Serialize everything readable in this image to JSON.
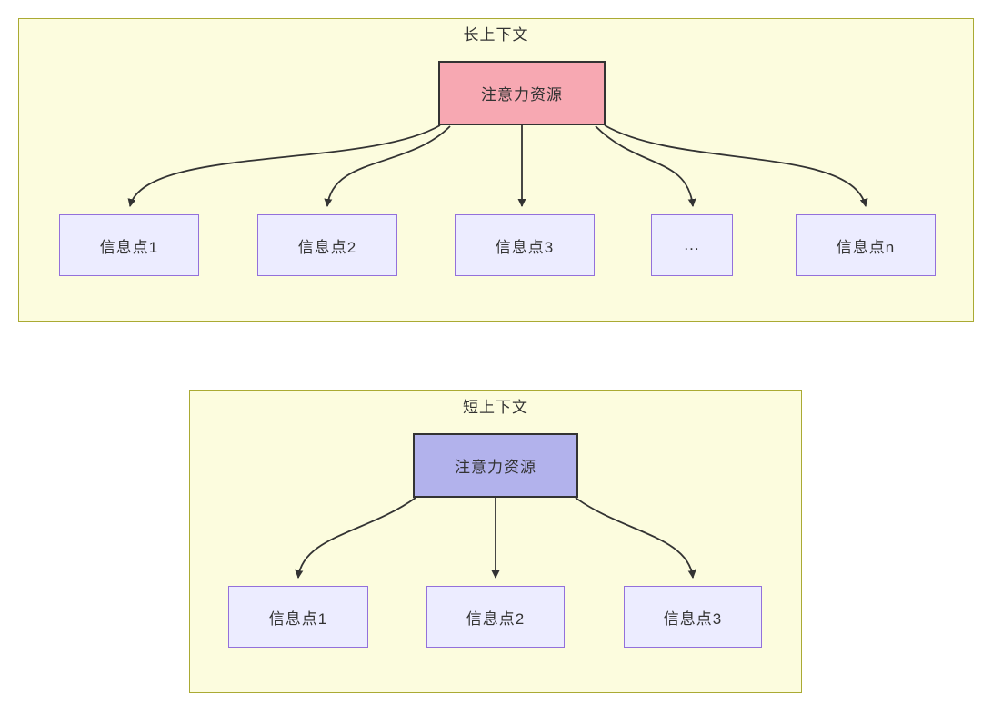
{
  "colors": {
    "panel-fill": "#FCFCDE",
    "panel-border": "#AAAA33",
    "node-fill": "#ECECFF",
    "node-border": "#9370DB",
    "attention-long-fill": "#F7A8B2",
    "attention-short-fill": "#B2B2EC",
    "source-border": "#333333",
    "arrow-color": "#333333",
    "text-color": "#333333"
  },
  "panels": [
    {
      "title": "长上下文",
      "attention": {
        "label": "注意力资源"
      },
      "nodes": [
        {
          "label": "信息点1"
        },
        {
          "label": "信息点2"
        },
        {
          "label": "信息点3"
        },
        {
          "label": "..."
        },
        {
          "label": "信息点n"
        }
      ]
    },
    {
      "title": "短上下文",
      "attention": {
        "label": "注意力资源"
      },
      "nodes": [
        {
          "label": "信息点1"
        },
        {
          "label": "信息点2"
        },
        {
          "label": "信息点3"
        }
      ]
    }
  ]
}
